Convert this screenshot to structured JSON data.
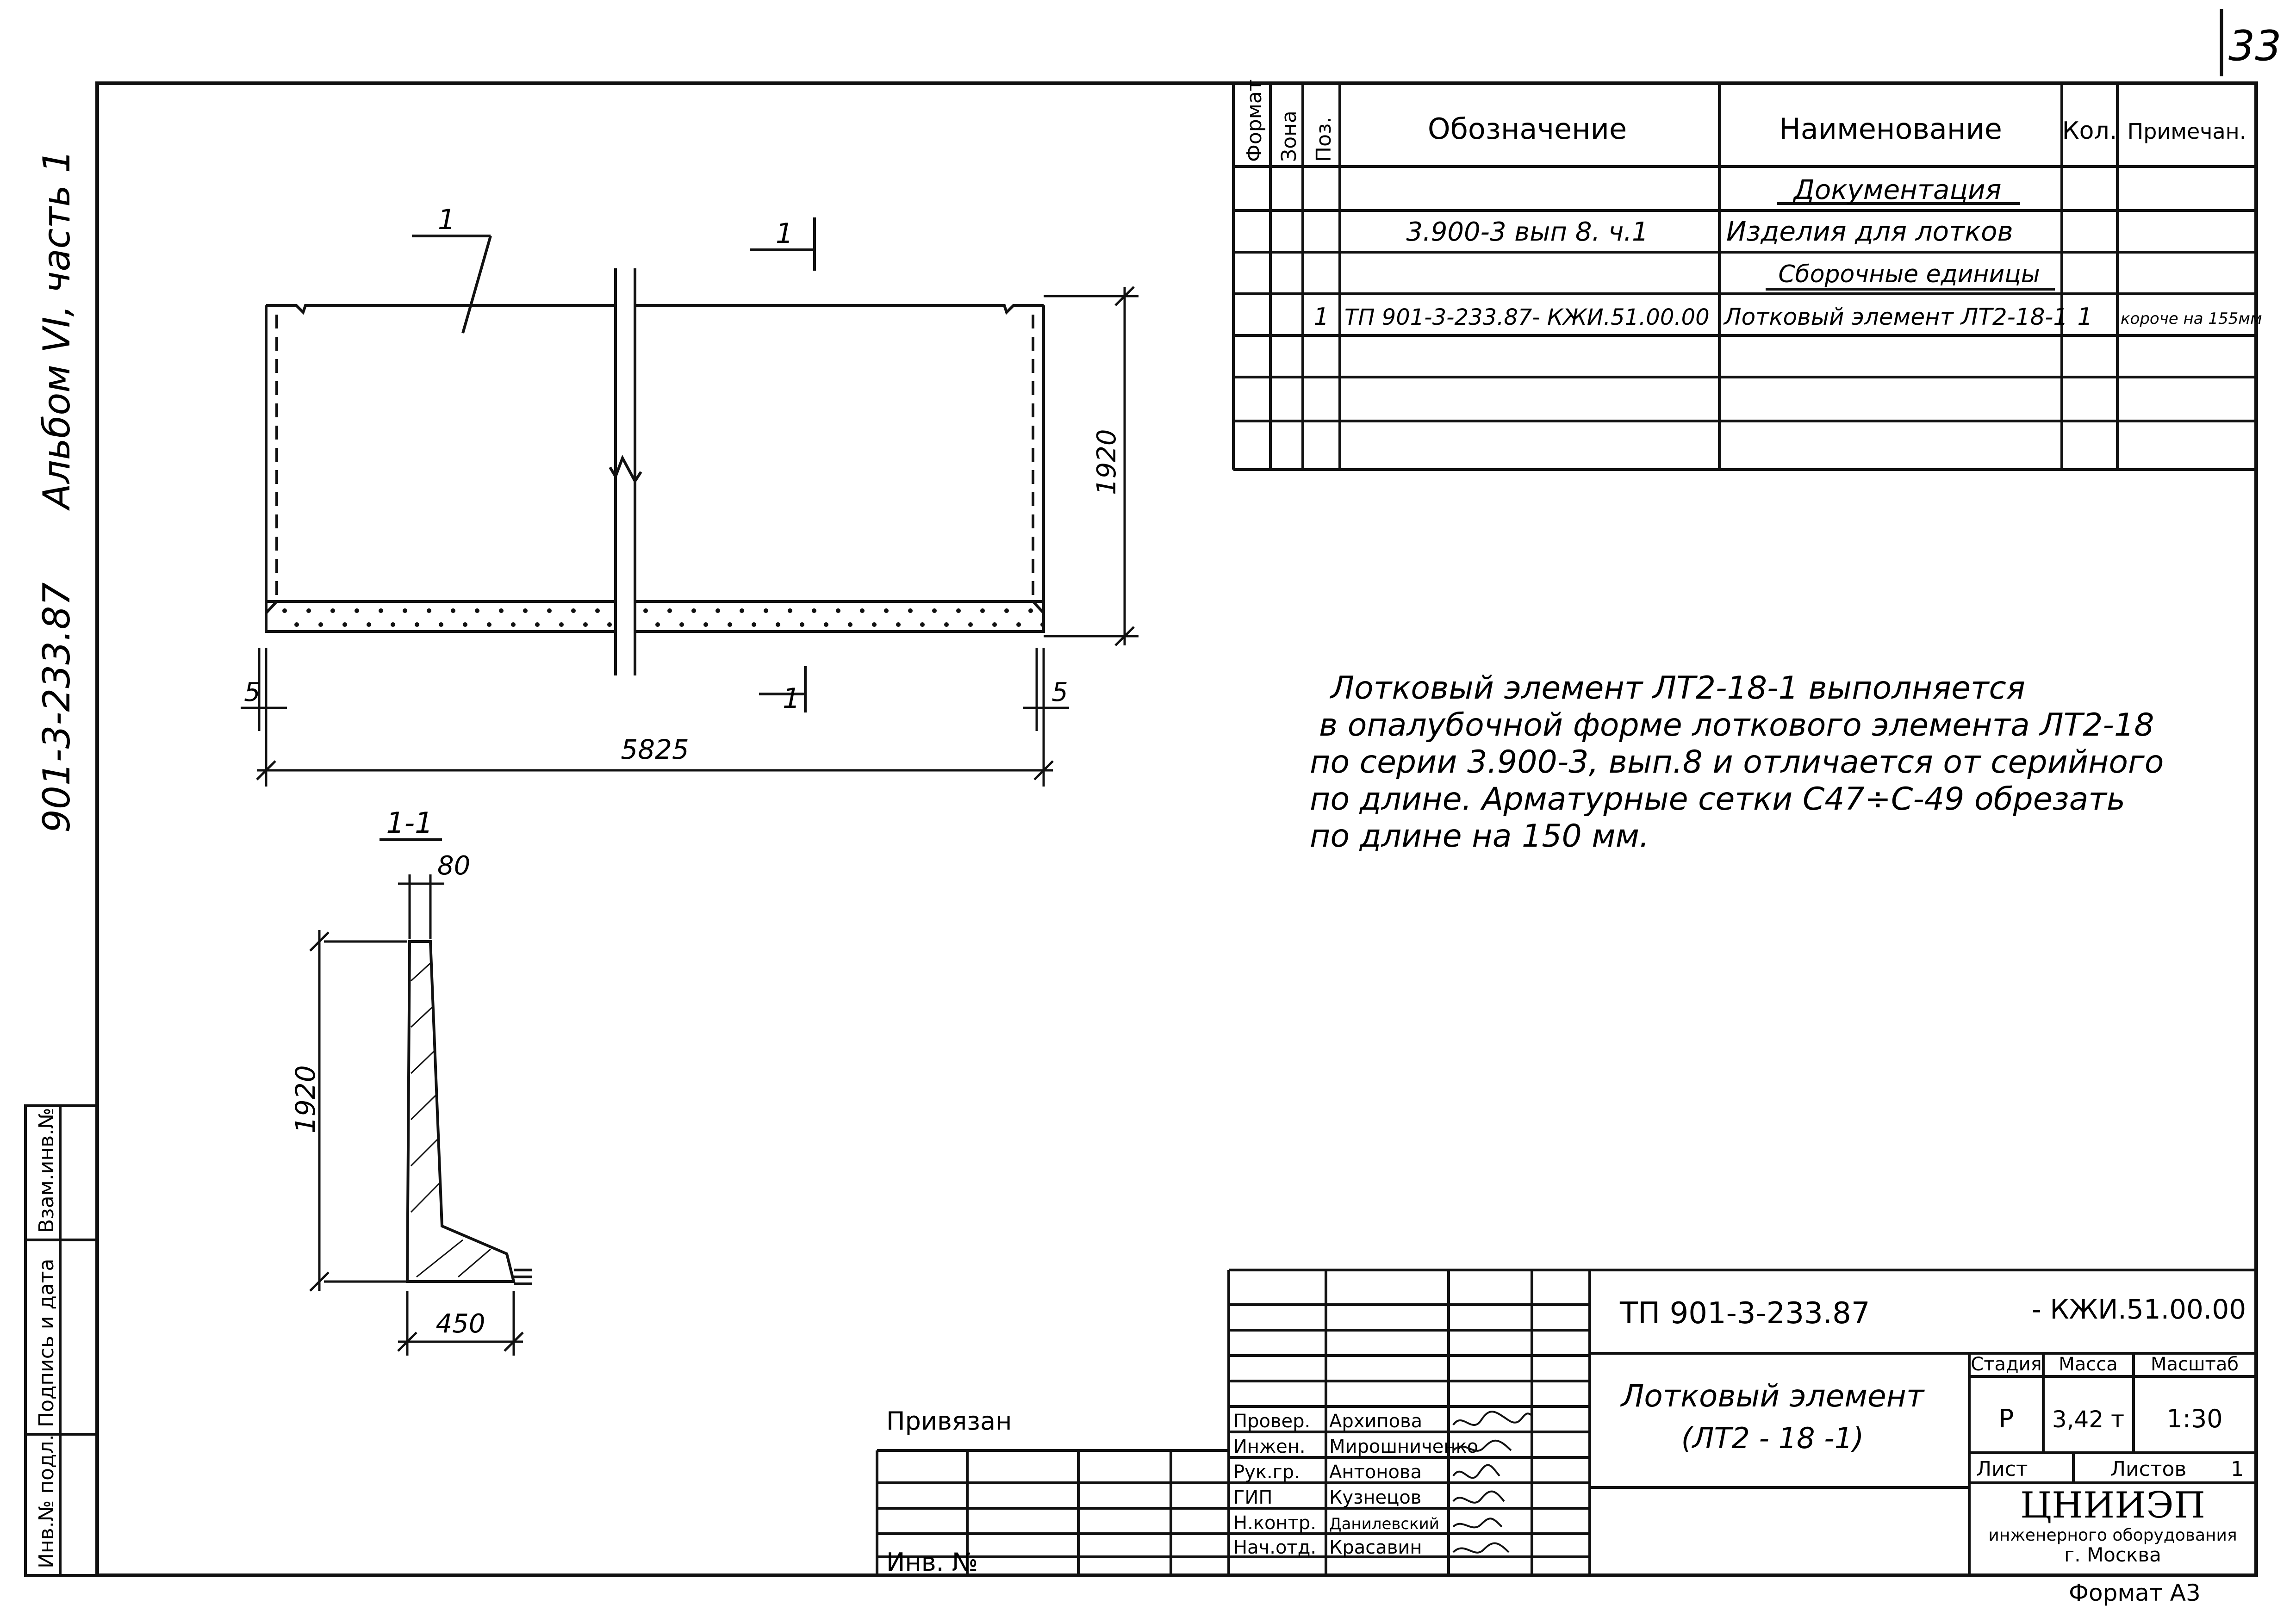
{
  "page_number": "33",
  "left_margin": {
    "album": "Альбом VI, часть 1",
    "series": "901-3-233.87",
    "stamp_cells": [
      "Инв.№ подл.",
      "Подпись и дата",
      "Взам.инв.№"
    ]
  },
  "spec_table": {
    "headers": [
      "Формат",
      "Зона",
      "Поз.",
      "Обозначение",
      "Наименование",
      "Кол.",
      "Примечан."
    ],
    "rows": [
      {
        "format": "",
        "zone": "",
        "pos": "",
        "designation": "",
        "name": "Документация",
        "qty": "",
        "note": ""
      },
      {
        "format": "",
        "zone": "",
        "pos": "",
        "designation": "3.900-3 вып 8. ч.1",
        "name": "Изделия для лотков",
        "qty": "",
        "note": ""
      },
      {
        "format": "",
        "zone": "",
        "pos": "",
        "designation": "",
        "name": "Сборочные единицы",
        "qty": "",
        "note": ""
      },
      {
        "format": "",
        "zone": "",
        "pos": "1",
        "designation": "ТП 901-3-233.87- КЖИ.51.00.00",
        "name": "Лотковый элемент ЛТ2-18-1",
        "qty": "1",
        "note": "короче на 155мм"
      },
      {
        "format": "",
        "zone": "",
        "pos": "",
        "designation": "",
        "name": "",
        "qty": "",
        "note": ""
      },
      {
        "format": "",
        "zone": "",
        "pos": "",
        "designation": "",
        "name": "",
        "qty": "",
        "note": ""
      },
      {
        "format": "",
        "zone": "",
        "pos": "",
        "designation": "",
        "name": "",
        "qty": "",
        "note": ""
      }
    ]
  },
  "elevation": {
    "leader_pos": "1",
    "section_mark": "1",
    "height_dim": "1920",
    "length_dim": "5825",
    "left_offset_dim": "5",
    "right_offset_dim": "5"
  },
  "section": {
    "title": "1-1",
    "top_width_dim": "80",
    "height_dim": "1920",
    "base_width_dim": "450"
  },
  "note_lines": [
    "Лотковый элемент ЛТ2-18-1 выполняется",
    "в опалубочной форме лоткового элемента ЛТ2-18",
    "по серии 3.900-3, вып.8 и отличается от серийного",
    "по длине. Арматурные сетки С47÷С-49 обрезать",
    "по длине на 150 мм."
  ],
  "title_block": {
    "doc_code": "ТП 901-3-233.87",
    "doc_suffix": "- КЖИ.51.00.00",
    "title_line1": "Лотковый элемент",
    "title_line2": "(ЛТ2 - 18 -1)",
    "stage_header": "Стадия",
    "mass_header": "Масса",
    "scale_header": "Масштаб",
    "stage": "Р",
    "mass": "3,42 т",
    "scale": "1:30",
    "sheet_label": "Лист",
    "sheets_label": "Листов",
    "sheets_count": "1",
    "org_name": "ЦНИИЭП",
    "org_line2": "инженерного оборудования",
    "org_city": "г. Москва",
    "format": "Формат А3",
    "bound_label": "Привязан",
    "inv_label": "Инв. №",
    "staff": [
      {
        "role": "Провер.",
        "name": "Архипова"
      },
      {
        "role": "Инжен.",
        "name": "Мирошниченко"
      },
      {
        "role": "Рук.гр.",
        "name": "Антонова"
      },
      {
        "role": "ГИП",
        "name": "Кузнецов"
      },
      {
        "role": "Н.контр.",
        "name": "Данилевский"
      },
      {
        "role": "Нач.отд.",
        "name": "Красавин"
      }
    ]
  }
}
